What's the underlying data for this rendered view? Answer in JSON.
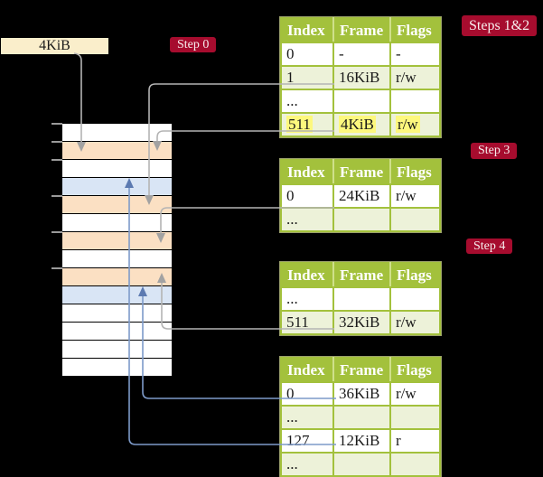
{
  "frame_box": {
    "label": "4KiB"
  },
  "step_labels": {
    "step0": "Step 0",
    "steps12": "Steps 1&2",
    "step3": "Step 3",
    "step4": "Step 4"
  },
  "colors": {
    "background": "#000000",
    "table_header_green": "#a3c13c",
    "table_row_green": "#edf2d9",
    "table_row_white": "#ffffff",
    "highlight_yellow": "#fdf87d",
    "label_red": "#a60c2e",
    "frame_box_cream": "#faeecb",
    "stack_peach": "#fbe0c3",
    "stack_blue": "#d9e5f5",
    "stack_white": "#ffffff",
    "gray_arrow": "#b4b4b4",
    "blue_arrow": "#7d9ac9"
  },
  "memory_stack": {
    "rows": [
      {
        "fill": "white"
      },
      {
        "fill": "peach"
      },
      {
        "fill": "white"
      },
      {
        "fill": "blue"
      },
      {
        "fill": "peach"
      },
      {
        "fill": "white"
      },
      {
        "fill": "peach"
      },
      {
        "fill": "white"
      },
      {
        "fill": "peach"
      },
      {
        "fill": "blue"
      },
      {
        "fill": "white"
      },
      {
        "fill": "white"
      },
      {
        "fill": "white"
      },
      {
        "fill": "white"
      }
    ]
  },
  "tables": [
    {
      "name": "page-table-steps-1-2",
      "headers": [
        "Index",
        "Frame",
        "Flags"
      ],
      "rows": [
        {
          "cells": [
            "0",
            "-",
            "-"
          ],
          "bg": "white",
          "highlight": false
        },
        {
          "cells": [
            "1",
            "16KiB",
            "r/w"
          ],
          "bg": "green",
          "highlight": false
        },
        {
          "cells": [
            "...",
            "",
            ""
          ],
          "bg": "white",
          "highlight": false
        },
        {
          "cells": [
            "511",
            "4KiB",
            "r/w"
          ],
          "bg": "green",
          "highlight": true
        }
      ]
    },
    {
      "name": "page-table-step-3",
      "headers": [
        "Index",
        "Frame",
        "Flags"
      ],
      "rows": [
        {
          "cells": [
            "0",
            "24KiB",
            "r/w"
          ],
          "bg": "white",
          "highlight": false
        },
        {
          "cells": [
            "...",
            "",
            ""
          ],
          "bg": "green",
          "highlight": false
        }
      ]
    },
    {
      "name": "page-table-step-4",
      "headers": [
        "Index",
        "Frame",
        "Flags"
      ],
      "rows": [
        {
          "cells": [
            "...",
            "",
            ""
          ],
          "bg": "white",
          "highlight": false
        },
        {
          "cells": [
            "511",
            "32KiB",
            "r/w"
          ],
          "bg": "green",
          "highlight": false
        }
      ]
    },
    {
      "name": "page-table-final",
      "headers": [
        "Index",
        "Frame",
        "Flags"
      ],
      "rows": [
        {
          "cells": [
            "0",
            "36KiB",
            "r/w"
          ],
          "bg": "white",
          "highlight": false
        },
        {
          "cells": [
            "...",
            "",
            ""
          ],
          "bg": "green",
          "highlight": false
        },
        {
          "cells": [
            "127",
            "12KiB",
            "r"
          ],
          "bg": "white",
          "highlight": false
        },
        {
          "cells": [
            "...",
            "",
            ""
          ],
          "bg": "green",
          "highlight": false
        }
      ]
    }
  ],
  "connections": [
    {
      "from": "frame-box-4kib",
      "to": "memory-frame-4kib",
      "style": "gray"
    },
    {
      "from": "table1-entry-1",
      "to": "memory-frame-16kib",
      "style": "gray"
    },
    {
      "from": "table1-entry-511",
      "to": "memory-frame-4kib",
      "style": "gray"
    },
    {
      "from": "table2-entry-0",
      "to": "memory-frame-24kib",
      "style": "gray"
    },
    {
      "from": "table3-entry-511",
      "to": "memory-frame-32kib",
      "style": "gray"
    },
    {
      "from": "table4-entry-0",
      "to": "memory-frame-36kib",
      "style": "blue"
    },
    {
      "from": "table4-entry-127",
      "to": "memory-frame-12kib",
      "style": "blue"
    }
  ]
}
